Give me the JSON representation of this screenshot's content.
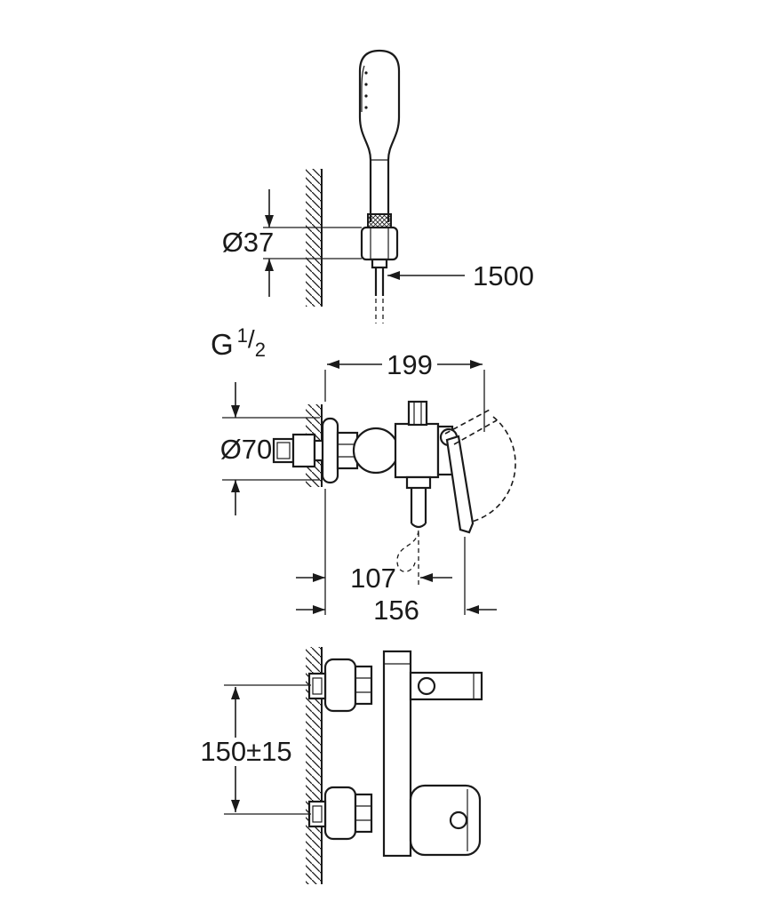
{
  "drawing": {
    "labels": {
      "bracket_diameter": "Ø37",
      "hose_length": "1500",
      "thread_g": "G",
      "thread_num": "1",
      "thread_slash": "/",
      "thread_den": "2",
      "width": "199",
      "escutcheon_diameter": "Ø70",
      "spout_depth": "107",
      "total_depth": "156",
      "mount_height": "150±15"
    },
    "colors": {
      "line": "#1a1a1a",
      "background": "#ffffff"
    }
  }
}
